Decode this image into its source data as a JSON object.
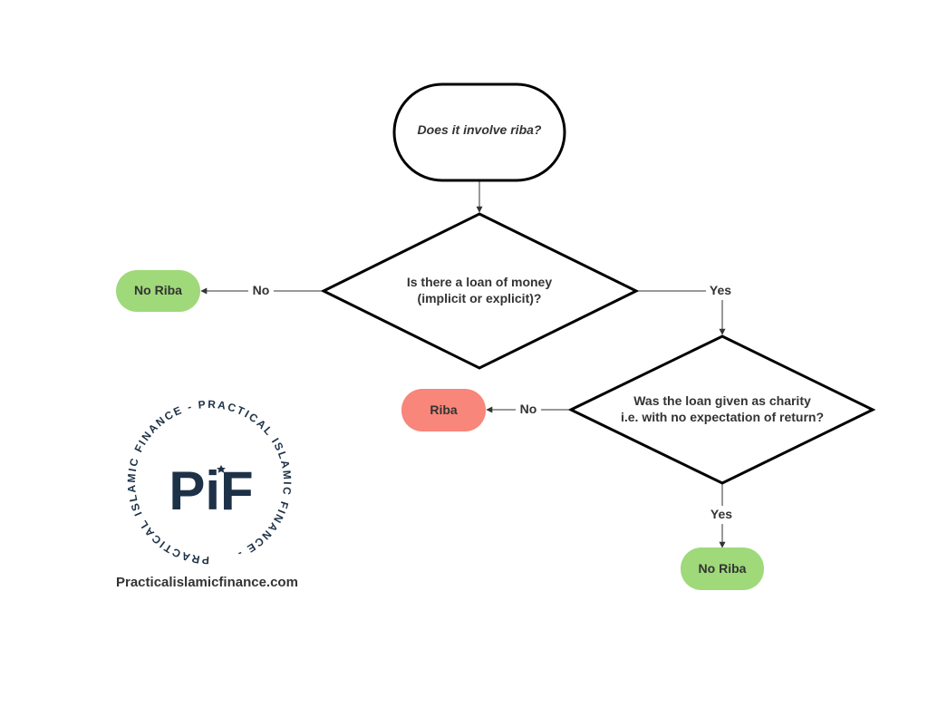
{
  "nodes": {
    "start": "Does it involve riba?",
    "loan_question": [
      "Is there a loan of money",
      "(implicit or explicit)?"
    ],
    "charity_question": [
      "Was the loan given as charity",
      "i.e. with no expectation of return?"
    ],
    "no_riba_left": "No Riba",
    "riba": "Riba",
    "no_riba_bottom": "No Riba"
  },
  "edges": {
    "loan_no": "No",
    "loan_yes": "Yes",
    "charity_no": "No",
    "charity_yes": "Yes"
  },
  "logo": {
    "ring_text": "PRACTICAL ISLAMIC FINANCE - PRACTICAL ISLAMIC FINANCE -",
    "mark": "PiF"
  },
  "footer": {
    "website": "Practicalislamicfinance.com"
  },
  "colors": {
    "no_riba": "#9fd97a",
    "riba": "#f8867a",
    "logo": "#1d3147"
  }
}
